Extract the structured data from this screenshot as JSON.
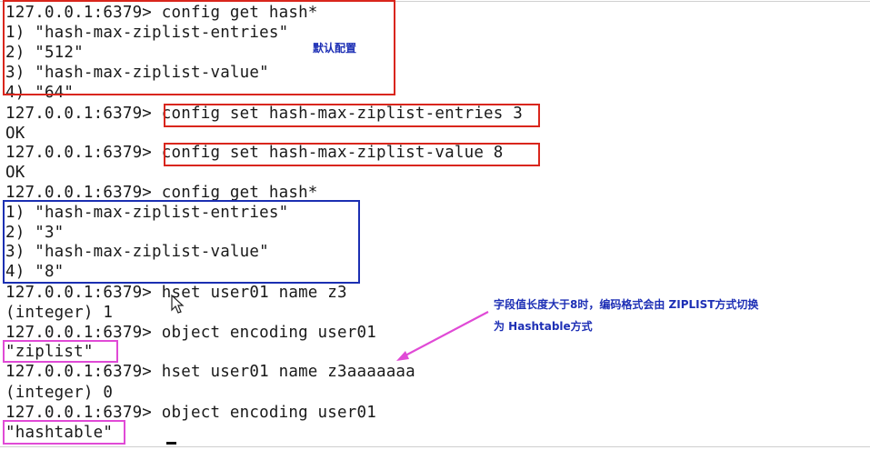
{
  "terminal": {
    "lines": [
      "127.0.0.1:6379> config get hash*",
      "1) \"hash-max-ziplist-entries\"",
      "2) \"512\"",
      "3) \"hash-max-ziplist-value\"",
      "4) \"64\"",
      "127.0.0.1:6379> config set hash-max-ziplist-entries 3",
      "OK",
      "127.0.0.1:6379> config set hash-max-ziplist-value 8",
      "OK",
      "127.0.0.1:6379> config get hash*",
      "1) \"hash-max-ziplist-entries\"",
      "2) \"3\"",
      "3) \"hash-max-ziplist-value\"",
      "4) \"8\"",
      "127.0.0.1:6379> hset user01 name z3",
      "(integer) 1",
      "127.0.0.1:6379> object encoding user01",
      "\"ziplist\"",
      "127.0.0.1:6379> hset user01 name z3aaaaaaa",
      "(integer) 0",
      "127.0.0.1:6379> object encoding user01",
      "\"hashtable\""
    ]
  },
  "annotations": {
    "default_config": "默认配置",
    "switch_note_line1": "字段值长度大于8时，编码格式会由 ZIPLIST方式切换",
    "switch_note_line2": "为 Hashtable方式"
  },
  "colors": {
    "red_box": "#d9261c",
    "blue_box": "#1b2fb2",
    "pink_box": "#e04ad6",
    "note_text": "#1d2fb5"
  },
  "icons": {
    "mouse": "mouse-pointer-icon",
    "arrow": "annotation-arrow-icon"
  }
}
